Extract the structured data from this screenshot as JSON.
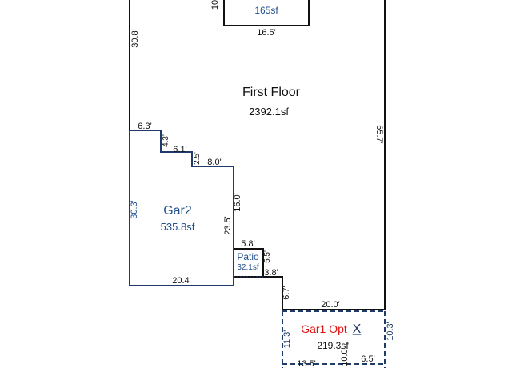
{
  "rooms": {
    "first_floor": {
      "name": "First Floor",
      "area": "2392.1sf"
    },
    "top_room": {
      "area": "165sf"
    },
    "gar2": {
      "name": "Gar2",
      "area": "535.8sf"
    },
    "patio": {
      "name": "Patio",
      "area": "32.1sf"
    },
    "gar1_opt": {
      "name": "Gar1 Opt",
      "area": "219.3sf",
      "mark": "X"
    }
  },
  "dimensions": {
    "d_16_5": "16.5'",
    "d_10_left": "10",
    "d_30_8": "30.8'",
    "d_65_7": "65.7'",
    "d_6_3": "6.3'",
    "d_4_3": "4.3'",
    "d_6_1": "6.1'",
    "d_2_5": "2.5'",
    "d_8_0": "8.0'",
    "d_16_0": "16.0'",
    "d_30_3": "30.3'",
    "d_23_5": "23.5'",
    "d_5_8": "5.8'",
    "d_5_5": "5.5'",
    "d_3_8": "3.8'",
    "d_20_4": "20.4'",
    "d_6_7": "6.7'",
    "d_20_0": "20.0'",
    "d_11_3": "11.3'",
    "d_10_3": "10.3'",
    "d_13_5": "13.5'",
    "d_10_0": "10.0'",
    "d_6_5": "6.5'"
  },
  "colors": {
    "wall": "#111111",
    "garage_wall": "#1f3a6b",
    "room_text": "#1f4e8c",
    "optional_text": "#e01010"
  }
}
